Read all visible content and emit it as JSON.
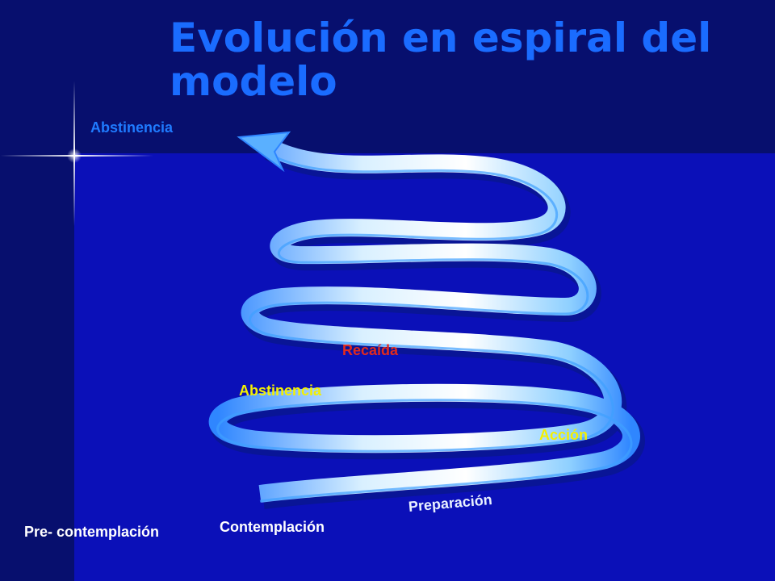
{
  "title": "Evolución en espiral del modelo",
  "labels": {
    "abstinencia_top": "Abstinencia",
    "recaida": "Recaída",
    "abstinencia_mid": "Abstinencia",
    "accion": "Acción",
    "preparacion": "Preparación",
    "contemplacion": "Contemplación",
    "precontemplacion": "Pre- contemplación"
  },
  "colors": {
    "background": "#0b10b8",
    "band": "#070f6e",
    "title": "#1a6cff",
    "ribbon": "#3ea0ff",
    "recaida": "#e22a1e",
    "highlight": "#f4f000"
  }
}
